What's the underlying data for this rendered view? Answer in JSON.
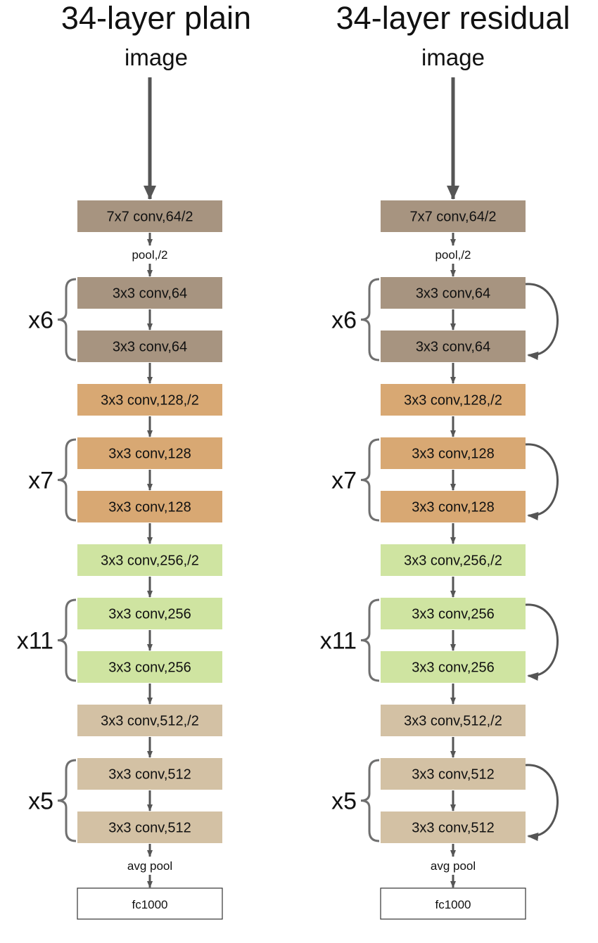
{
  "colors": {
    "stage1": "#a79480",
    "stage2": "#d8a873",
    "stage3": "#cfe4a1",
    "stage4": "#d3c1a4",
    "fc": "#ffffff",
    "arrow": "#555555",
    "brace": "#6f6f6f"
  },
  "columns": [
    {
      "id": "plain",
      "title": "34-layer plain",
      "input_label": "image",
      "shortcuts": false,
      "flow": [
        {
          "kind": "layer",
          "label": "7x7 conv,64/2",
          "color": "stage1"
        },
        {
          "kind": "op",
          "label": "pool,/2"
        },
        {
          "kind": "layer",
          "label": "3x3 conv,64",
          "color": "stage1"
        },
        {
          "kind": "layer",
          "label": "3x3 conv,64",
          "color": "stage1"
        },
        {
          "kind": "layer",
          "label": "3x3 conv,128,/2",
          "color": "stage2"
        },
        {
          "kind": "layer",
          "label": "3x3 conv,128",
          "color": "stage2"
        },
        {
          "kind": "layer",
          "label": "3x3 conv,128",
          "color": "stage2"
        },
        {
          "kind": "layer",
          "label": "3x3 conv,256,/2",
          "color": "stage3"
        },
        {
          "kind": "layer",
          "label": "3x3 conv,256",
          "color": "stage3"
        },
        {
          "kind": "layer",
          "label": "3x3 conv,256",
          "color": "stage3"
        },
        {
          "kind": "layer",
          "label": "3x3 conv,512,/2",
          "color": "stage4"
        },
        {
          "kind": "layer",
          "label": "3x3 conv,512",
          "color": "stage4"
        },
        {
          "kind": "layer",
          "label": "3x3 conv,512",
          "color": "stage4"
        },
        {
          "kind": "op",
          "label": "avg pool"
        },
        {
          "kind": "fc",
          "label": "fc1000",
          "color": "fc"
        }
      ],
      "repeats": [
        {
          "label": "x6",
          "from": 2,
          "to": 3
        },
        {
          "label": "x7",
          "from": 5,
          "to": 6
        },
        {
          "label": "x11",
          "from": 8,
          "to": 9
        },
        {
          "label": "x5",
          "from": 11,
          "to": 12
        }
      ]
    },
    {
      "id": "residual",
      "title": "34-layer residual",
      "input_label": "image",
      "shortcuts": true,
      "flow": [
        {
          "kind": "layer",
          "label": "7x7 conv,64/2",
          "color": "stage1"
        },
        {
          "kind": "op",
          "label": "pool,/2"
        },
        {
          "kind": "layer",
          "label": "3x3 conv,64",
          "color": "stage1"
        },
        {
          "kind": "layer",
          "label": "3x3 conv,64",
          "color": "stage1"
        },
        {
          "kind": "layer",
          "label": "3x3 conv,128,/2",
          "color": "stage2"
        },
        {
          "kind": "layer",
          "label": "3x3 conv,128",
          "color": "stage2"
        },
        {
          "kind": "layer",
          "label": "3x3 conv,128",
          "color": "stage2"
        },
        {
          "kind": "layer",
          "label": "3x3 conv,256,/2",
          "color": "stage3"
        },
        {
          "kind": "layer",
          "label": "3x3 conv,256",
          "color": "stage3"
        },
        {
          "kind": "layer",
          "label": "3x3 conv,256",
          "color": "stage3"
        },
        {
          "kind": "layer",
          "label": "3x3 conv,512,/2",
          "color": "stage4"
        },
        {
          "kind": "layer",
          "label": "3x3 conv,512",
          "color": "stage4"
        },
        {
          "kind": "layer",
          "label": "3x3 conv,512",
          "color": "stage4"
        },
        {
          "kind": "op",
          "label": "avg pool"
        },
        {
          "kind": "fc",
          "label": "fc1000",
          "color": "fc"
        }
      ],
      "repeats": [
        {
          "label": "x6",
          "from": 2,
          "to": 3
        },
        {
          "label": "x7",
          "from": 5,
          "to": 6
        },
        {
          "label": "x11",
          "from": 8,
          "to": 9
        },
        {
          "label": "x5",
          "from": 11,
          "to": 12
        }
      ]
    }
  ]
}
